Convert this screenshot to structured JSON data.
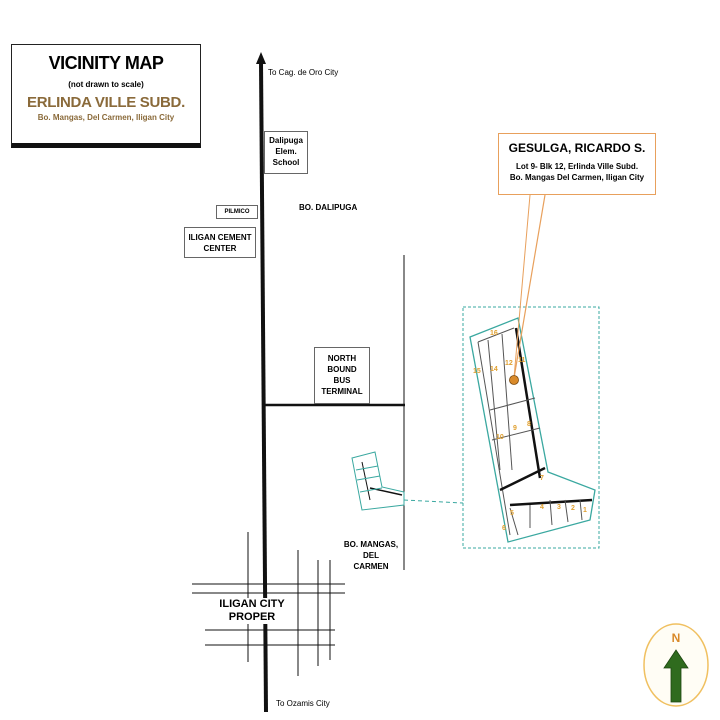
{
  "title": {
    "heading": "VICINITY MAP",
    "note": "(not drawn to scale)",
    "subdivision": "ERLINDA VILLE SUBD.",
    "address": "Bo. Mangas, Del Carmen, Iligan City"
  },
  "roads": {
    "north_label": "To Cag. de Oro City",
    "south_label": "To Ozamis City"
  },
  "landmarks": {
    "school": [
      "Dalipuga",
      "Elem.",
      "School"
    ],
    "pilmico": "PILMICO",
    "cement": [
      "ILIGAN CEMENT",
      "CENTER"
    ],
    "dalipuga": "BO. DALIPUGA",
    "terminal": [
      "NORTH",
      "BOUND",
      "BUS",
      "TERMINAL"
    ],
    "mangas": [
      "BO. MANGAS, DEL",
      "CARMEN"
    ],
    "city": [
      "ILIGAN CITY",
      "PROPER"
    ]
  },
  "owner": {
    "name": "GESULGA, RICARDO S.",
    "lot": "Lot 9- Blk 12, Erlinda Ville Subd.",
    "address": "Bo. Mangas Del Carmen, Iligan City"
  },
  "lots": [
    "16",
    "15",
    "14",
    "12",
    "11",
    "10",
    "9",
    "8",
    "7",
    "6",
    "5",
    "4",
    "3",
    "2",
    "1"
  ],
  "north": {
    "letter": "N"
  },
  "colors": {
    "road": "#111111",
    "lot_outline": "#3aa8a0",
    "lot_number": "#e0a030",
    "owner_border": "#e8a05c",
    "marker": "#d98a2a",
    "arrow_fill": "#2f6b1e",
    "compass_ring": "#f0c060",
    "title_accent": "#8a6a3a"
  }
}
